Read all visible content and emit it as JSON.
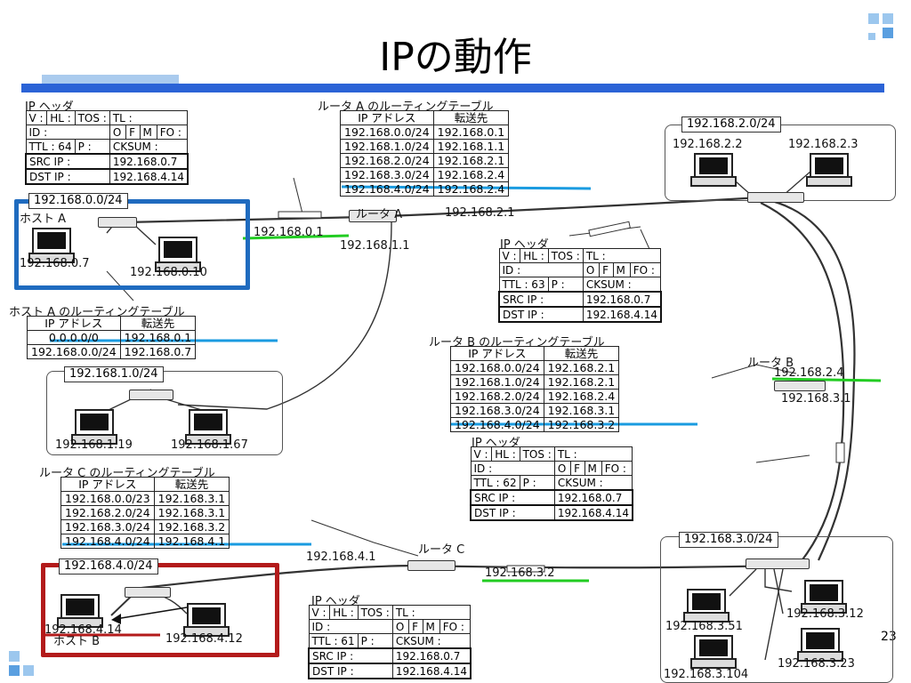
{
  "slide": {
    "title": "IPの動作",
    "page_number": "23"
  },
  "accent_colors": {
    "title_bar": "#2b63d6",
    "host_a_frame": "#1f6bbf",
    "host_b_frame": "#b31b1b",
    "highlight_green": "#22cc22",
    "highlight_blue": "#1a9be0"
  },
  "labels": {
    "header_a": "IP ヘッダ",
    "header_b": "IP ヘッダ",
    "header_c": "IP ヘッダ",
    "header_d": "IP ヘッダ",
    "rt_a_title": "ルータ A のルーティングテーブル",
    "rt_b_title": "ルータ B のルーティングテーブル",
    "rt_c_title": "ルータ C のルーティングテーブル",
    "rt_host_title": "ホスト A のルーティングテーブル",
    "router_a": "ルータ A",
    "router_b": "ルータ B",
    "router_c": "ルータ C",
    "host_a": "ホスト A",
    "host_b": "ホスト B",
    "net0": "192.168.0.0/24",
    "net1": "192.168.1.0/24",
    "net2": "192.168.2.0/24",
    "net3": "192.168.3.0/24",
    "net4": "192.168.4.0/24",
    "ip_0_7": "192.168.0.7",
    "ip_0_10": "192.168.0.10",
    "ip_0_1": "192.168.0.1",
    "ip_1_1": "192.168.1.1",
    "ip_2_1": "192.168.2.1",
    "ip_1_19": "192.168.1.19",
    "ip_1_67": "192.168.1.67",
    "ip_2_2": "192.168.2.2",
    "ip_2_3": "192.168.2.3",
    "ip_2_4": "192.168.2.4",
    "ip_3_1": "192.168.3.1",
    "ip_4_1": "192.168.4.1",
    "ip_3_2": "192.168.3.2",
    "ip_4_14": "192.168.4.14",
    "ip_4_12": "192.168.4.12",
    "ip_3_51": "192.168.3.51",
    "ip_3_12": "192.168.3.12",
    "ip_3_23": "192.168.3.23",
    "ip_3_104": "192.168.3.104"
  },
  "ip_header_fields": {
    "v": "V :",
    "hl": "HL :",
    "tos": "TOS :",
    "tl": "TL :",
    "id": "ID :",
    "o": "O",
    "f": "F",
    "m": "M",
    "fo": "FO :",
    "p": "P :",
    "cksum": "CKSUM :",
    "src": "SRC IP :",
    "dst": "DST IP :",
    "src_val": "192.168.0.7",
    "dst_val": "192.168.4.14",
    "ttl_a": "TTL : 64",
    "ttl_b": "TTL : 63",
    "ttl_c": "TTL : 62",
    "ttl_d": "TTL : 61"
  },
  "routing_tables": {
    "col_ip": "IP アドレス",
    "col_next": "転送先",
    "router_a": [
      [
        "192.168.0.0/24",
        "192.168.0.1"
      ],
      [
        "192.168.1.0/24",
        "192.168.1.1"
      ],
      [
        "192.168.2.0/24",
        "192.168.2.1"
      ],
      [
        "192.168.3.0/24",
        "192.168.2.4"
      ],
      [
        "192.168.4.0/24",
        "192.168.2.4"
      ]
    ],
    "router_b": [
      [
        "192.168.0.0/24",
        "192.168.2.1"
      ],
      [
        "192.168.1.0/24",
        "192.168.2.1"
      ],
      [
        "192.168.2.0/24",
        "192.168.2.4"
      ],
      [
        "192.168.3.0/24",
        "192.168.3.1"
      ],
      [
        "192.168.4.0/24",
        "192.168.3.2"
      ]
    ],
    "router_c": [
      [
        "192.168.0.0/23",
        "192.168.3.1"
      ],
      [
        "192.168.2.0/24",
        "192.168.3.1"
      ],
      [
        "192.168.3.0/24",
        "192.168.3.2"
      ],
      [
        "192.168.4.0/24",
        "192.168.4.1"
      ]
    ],
    "host_a": [
      [
        "0.0.0.0/0",
        "192.168.0.1"
      ],
      [
        "192.168.0.0/24",
        "192.168.0.7"
      ]
    ]
  }
}
